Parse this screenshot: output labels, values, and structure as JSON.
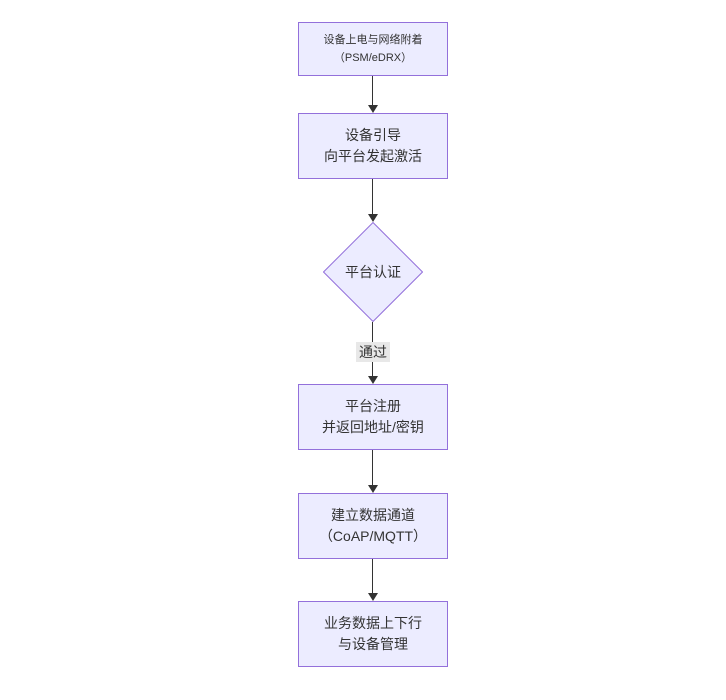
{
  "diagram": {
    "type": "flowchart-vertical",
    "colors": {
      "background": "#ffffff",
      "node_fill": "#ECECFF",
      "node_border": "#9370DB",
      "arrow": "#333333",
      "text": "#333333",
      "edge_label_bg": "#e8e8e8"
    }
  },
  "nodes": [
    {
      "id": "A",
      "shape": "rect",
      "lines": [
        "设备上电与网络附着",
        "（PSM/eDRX）"
      ]
    },
    {
      "id": "B",
      "shape": "rect",
      "lines": [
        "设备引导",
        "向平台发起激活"
      ]
    },
    {
      "id": "C",
      "shape": "diamond",
      "lines": [
        "平台认证"
      ]
    },
    {
      "id": "D",
      "shape": "rect",
      "lines": [
        "平台注册",
        "并返回地址/密钥"
      ]
    },
    {
      "id": "E",
      "shape": "rect",
      "lines": [
        "建立数据通道",
        "（CoAP/MQTT）"
      ]
    },
    {
      "id": "F",
      "shape": "rect",
      "lines": [
        "业务数据上下行",
        "与设备管理"
      ]
    }
  ],
  "edges": [
    {
      "from": "A",
      "to": "B",
      "label": ""
    },
    {
      "from": "B",
      "to": "C",
      "label": ""
    },
    {
      "from": "C",
      "to": "D",
      "label": "通过"
    },
    {
      "from": "D",
      "to": "E",
      "label": ""
    },
    {
      "from": "E",
      "to": "F",
      "label": ""
    }
  ]
}
